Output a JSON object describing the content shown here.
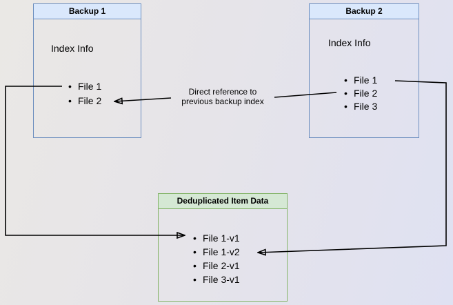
{
  "diagram": {
    "boxes": {
      "backup1": {
        "title": "Backup 1",
        "subtitle": "Index Info",
        "files": [
          "File 1",
          "File 2"
        ]
      },
      "backup2": {
        "title": "Backup 2",
        "subtitle": "Index Info",
        "files": [
          "File 1",
          "File 2",
          "File 3"
        ]
      },
      "dedup": {
        "title": "Deduplicated Item Data",
        "files": [
          "File 1-v1",
          "File 1-v2",
          "File 2-v1",
          "File 3-v1"
        ]
      }
    },
    "annotations": {
      "direct_reference": {
        "line1": "Direct reference to",
        "line2": "previous backup index"
      }
    },
    "colors": {
      "blue_node_fill": "#dae8fc",
      "blue_node_border": "#6c8ebf",
      "green_node_fill": "#d5e8d4",
      "green_node_border": "#82b366",
      "connector": "#000000",
      "background_left": "#eae8e5",
      "background_right": "#dfe1f2"
    }
  }
}
